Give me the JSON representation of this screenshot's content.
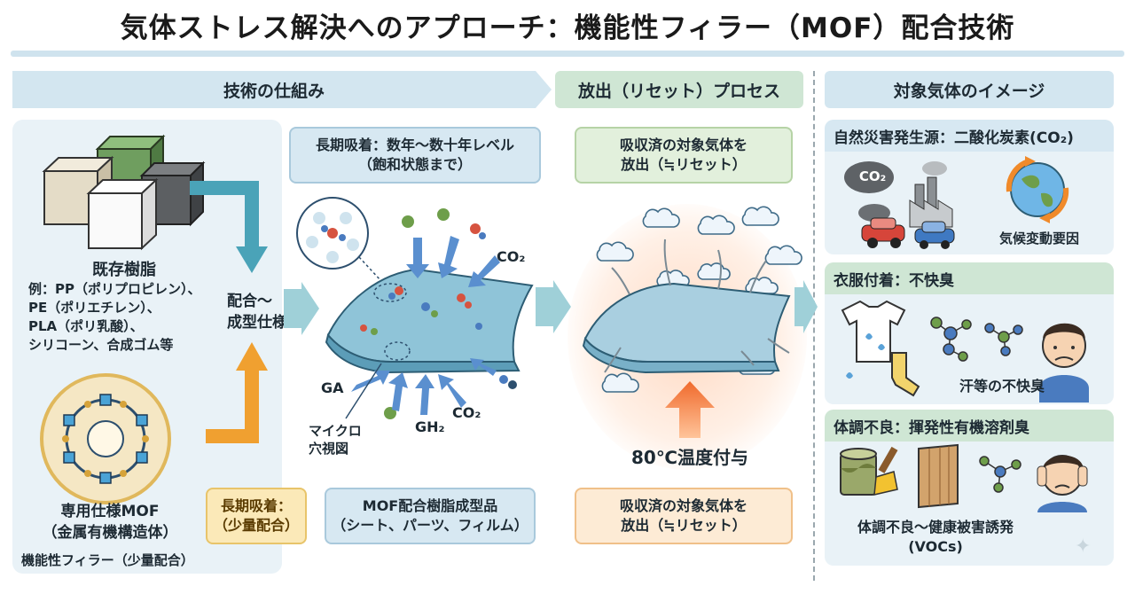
{
  "title": "気体ストレス解決へのアプローチ：機能性フィラー（MOF）配合技術",
  "headers": {
    "mechanism": "技術の仕組み",
    "release": "放出（リセット）プロセス",
    "target": "対象気体のイメージ"
  },
  "left": {
    "resin_title": "既存樹脂",
    "resin_examples": [
      "例：PP（ポリプロピレン）、",
      "PE（ポリエチレン）、",
      "PLA（ポリ乳酸）、",
      "シリコーン、合成ゴム等"
    ],
    "blend_label": [
      "配合〜",
      "成型仕様"
    ],
    "mof_title": "専用仕様MOF",
    "mof_sub": "（金属有機構造体）",
    "filler_label": "機能性フィラー（少量配合）",
    "long_term_badge": [
      "長期吸着：",
      "（少量配合）"
    ]
  },
  "center": {
    "absorb_caption": [
      "長期吸着：数年〜数十年レベル",
      "（飽和状態まで）"
    ],
    "product_caption": [
      "MOF配合樹脂成型品",
      "（シート、パーツ、フィルム）"
    ],
    "gas_labels": {
      "co2_top": "CO₂",
      "ga": "GA",
      "gh2": "GH₂",
      "co2_bottom": "CO₂"
    },
    "micro_label": [
      "マイクロ",
      "穴視図"
    ]
  },
  "release": {
    "top_caption": [
      "吸収済の対象気体を",
      "放出（≒リセット）"
    ],
    "bottom_caption": [
      "吸収済の対象気体を",
      "放出（≒リセット）"
    ],
    "heat_label": "80℃温度付与"
  },
  "right": {
    "sections": [
      {
        "title": "自然災害発生源：二酸化炭素(CO₂)",
        "caption": "気候変動要因",
        "bubble": "CO₂"
      },
      {
        "title": "衣服付着：不快臭",
        "caption": "汗等の不快臭"
      },
      {
        "title": "体調不良：揮発性有機溶剤臭",
        "caption": [
          "体調不良〜健康被害誘発",
          "(VOCs)"
        ]
      }
    ]
  },
  "colors": {
    "teal_arrow": "#4aa3b8",
    "orange_arrow": "#f0a030",
    "header_blue": "#d3e6f0",
    "header_green": "#cfe6d4",
    "panel_bg": "#e9f2f7",
    "heat_glow": "#ffd9c2",
    "gas_green": "#6e9e4a",
    "gas_red": "#d65340",
    "gas_blue": "#4a7bbf"
  }
}
